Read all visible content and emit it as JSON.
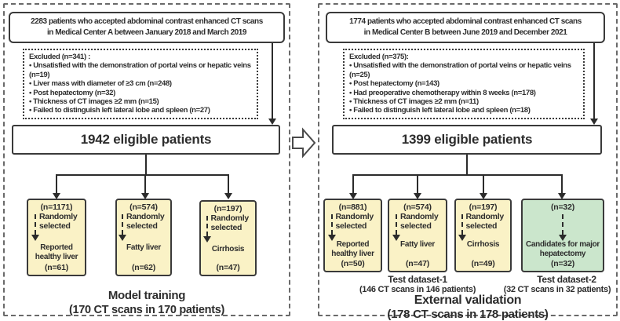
{
  "colors": {
    "group_yellow": "#faf2c6",
    "group_green": "#cbe6cc",
    "line": "#2b2b2b",
    "border": "#3a3a3a"
  },
  "left": {
    "top_box_lines": [
      "2283 patients  who accepted abdominal contrast enhanced CT scans",
      "in Medical Center A between January 2018 and March 2019"
    ],
    "excluded_title": "Excluded (n=341) :",
    "excluded_items": [
      "• Unsatisfied with the demonstration of portal veins or hepatic veins (n=19)",
      "• Liver mass with diameter of  ≥3 cm (n=248)",
      "• Post hepatectomy (n=32)",
      "• Thickness of CT images ≥2 mm (n=15)",
      "• Failed to distinguish left lateral lobe and spleen (n=27)"
    ],
    "eligible": "1942 eligible patients",
    "groups": [
      {
        "n": "(n=1171)",
        "action": "Randomly selected",
        "label": "Reported healthy liver",
        "result": "(n=61)"
      },
      {
        "n": "(n=574)",
        "action": "Randomly selected",
        "label": "Fatty liver",
        "result": "(n=62)"
      },
      {
        "n": "(n=197)",
        "action": "Randomly selected",
        "label": "Cirrhosis",
        "result": "(n=47)"
      }
    ],
    "footer_title": "Model training",
    "footer_subtitle": "(170 CT scans in 170 patients)"
  },
  "right": {
    "top_box_lines": [
      "1774 patients  who accepted abdominal contrast enhanced CT scans",
      "in Medical Center B between June 2019 and December 2021"
    ],
    "excluded_title": "Excluded (n=375):",
    "excluded_items": [
      "• Unsatisfied with the demonstration of portal veins or hepatic veins (n=25)",
      "• Post hepatectomy (n=143)",
      "• Had preoperative chemotherapy within 8 weeks (n=178)",
      "• Thickness of CT images ≥2 mm (n=11)",
      "• Failed to distinguish left lateral lobe and spleen (n=18)"
    ],
    "eligible": "1399 eligible patients",
    "groups": [
      {
        "n": "(n=881)",
        "action": "Randomly selected",
        "label": "Reported healthy liver",
        "result": "(n=50)"
      },
      {
        "n": "(n=574)",
        "action": "Randomly selected",
        "label": "Fatty liver",
        "result": "(n=47)"
      },
      {
        "n": "(n=197)",
        "action": "Randomly selected",
        "label": "Cirrhosis",
        "result": "(n=49)"
      },
      {
        "n": "(n=32)",
        "action": "",
        "label": "Candidates for major hepatectomy",
        "result": "(n=32)"
      }
    ],
    "dataset1_label": "Test dataset-1",
    "dataset1_sub": "(146 CT scans in 146 patients)",
    "dataset2_label": "Test dataset-2",
    "dataset2_sub": "(32 CT scans in 32 patients)",
    "footer_title": "External validation",
    "footer_subtitle": "(178 CT scans in 178 patients)"
  }
}
